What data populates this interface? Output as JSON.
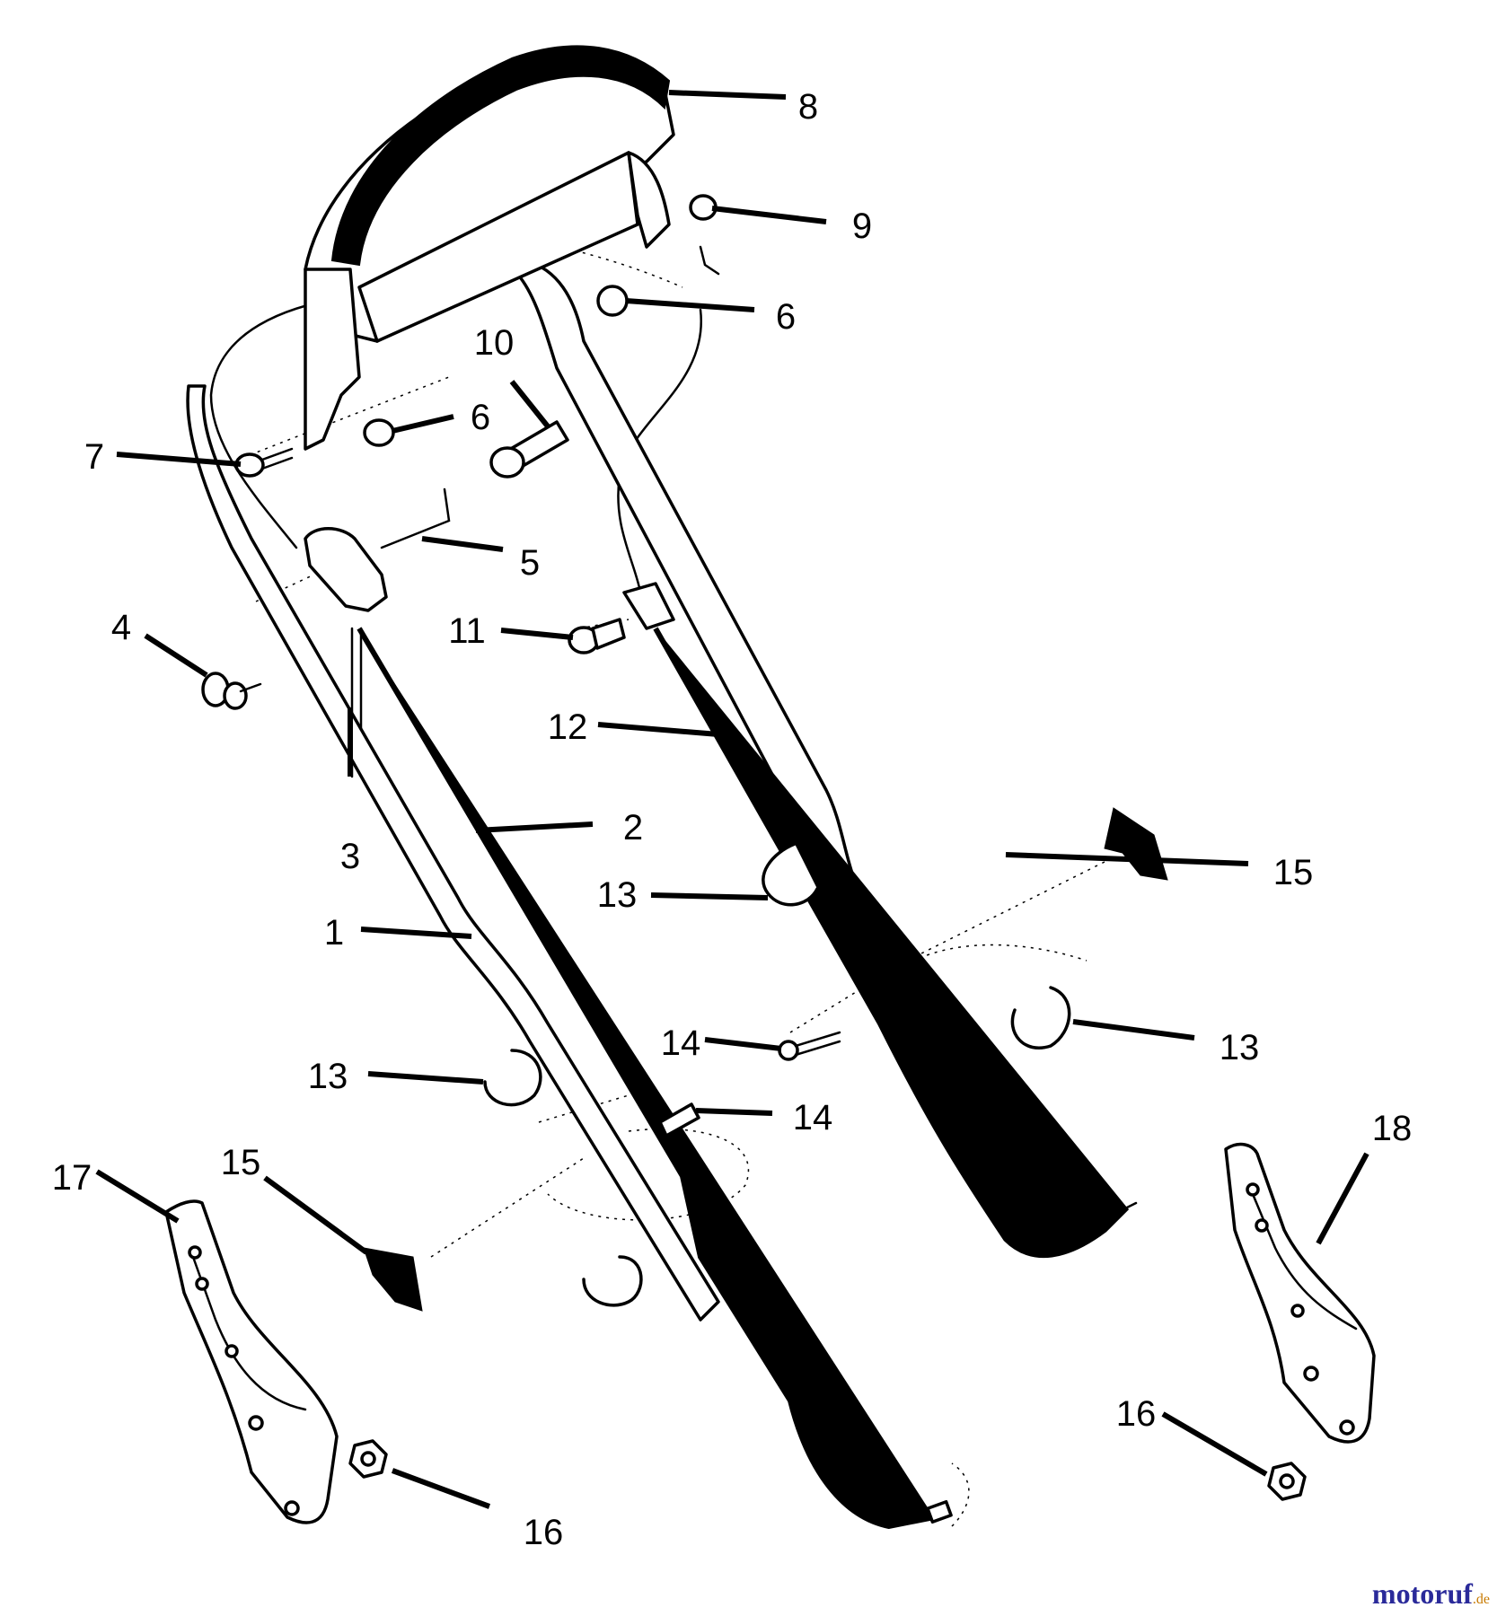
{
  "callouts": [
    {
      "id": "c8",
      "label": "8"
    },
    {
      "id": "c9",
      "label": "9"
    },
    {
      "id": "c6a",
      "label": "6"
    },
    {
      "id": "c10",
      "label": "10"
    },
    {
      "id": "c6b",
      "label": "6"
    },
    {
      "id": "c7",
      "label": "7"
    },
    {
      "id": "c5",
      "label": "5"
    },
    {
      "id": "c4",
      "label": "4"
    },
    {
      "id": "c11",
      "label": "11"
    },
    {
      "id": "c12",
      "label": "12"
    },
    {
      "id": "c3",
      "label": "3"
    },
    {
      "id": "c2",
      "label": "2"
    },
    {
      "id": "c13a",
      "label": "13"
    },
    {
      "id": "c15a",
      "label": "15"
    },
    {
      "id": "c1",
      "label": "1"
    },
    {
      "id": "c14a",
      "label": "14"
    },
    {
      "id": "c13b",
      "label": "13"
    },
    {
      "id": "c13c",
      "label": "13"
    },
    {
      "id": "c14b",
      "label": "14"
    },
    {
      "id": "c18",
      "label": "18"
    },
    {
      "id": "c17",
      "label": "17"
    },
    {
      "id": "c15b",
      "label": "15"
    },
    {
      "id": "c16a",
      "label": "16"
    },
    {
      "id": "c16b",
      "label": "16"
    }
  ],
  "watermark": {
    "name": "motoruf",
    "tld": ".de",
    "colors": {
      "name": "#2a2a9a",
      "tld": "#c87a00"
    }
  }
}
